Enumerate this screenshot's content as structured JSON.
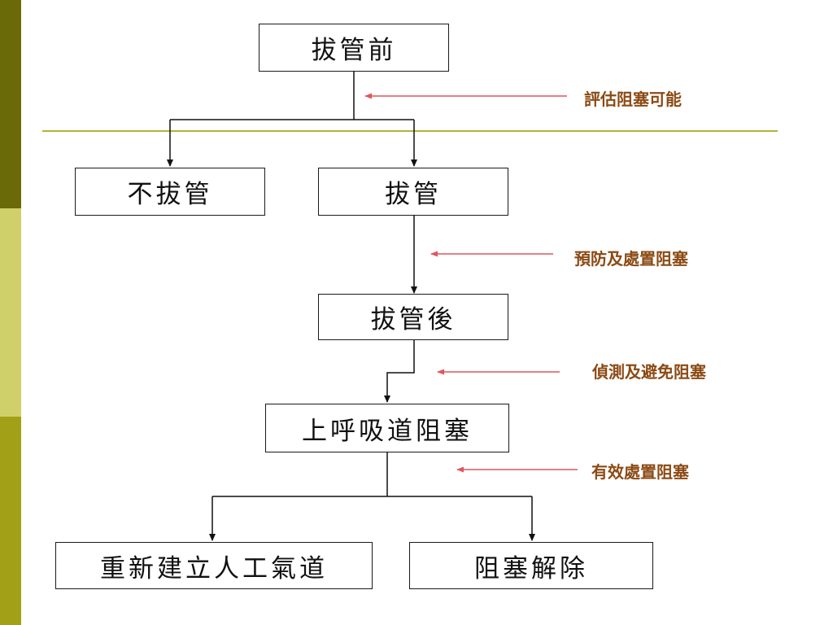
{
  "sidebar_colors": [
    "#6b6a08",
    "#d0d06a",
    "#a2a016"
  ],
  "divider_color": "#b5b23a",
  "arrow_color": "#e0555d",
  "boxes": {
    "before": "拔管前",
    "no_extubation": "不拔管",
    "extubation": "拔管",
    "after": "拔管後",
    "upper_airway_obstruction": "上呼吸道阻塞",
    "reestablish_airway": "重新建立人工氣道",
    "obstruction_relieved": "阻塞解除"
  },
  "annotations": {
    "assess": "評估阻塞可能",
    "prevent": "預防及處置阻塞",
    "detect": "偵測及避免阻塞",
    "manage": "有效處置阻塞"
  }
}
